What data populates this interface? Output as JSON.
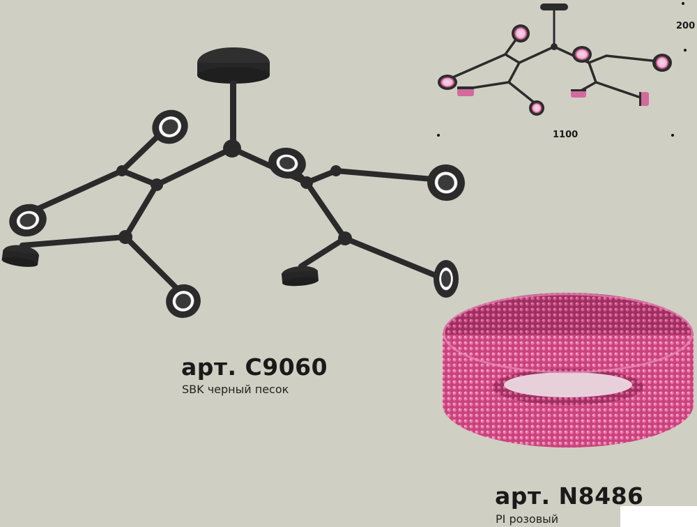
{
  "product_main": {
    "article": "арт. C9060",
    "finish": "SBK черный песок"
  },
  "product_accessory": {
    "article": "арт. N8486",
    "finish": "PI розовый"
  },
  "dimensions": {
    "width_label": "1100",
    "height_label": "200"
  },
  "colors": {
    "background": "#cfcfc3",
    "fixture_black": "#2b2b2b",
    "crystal_pink": "#d44d86"
  }
}
